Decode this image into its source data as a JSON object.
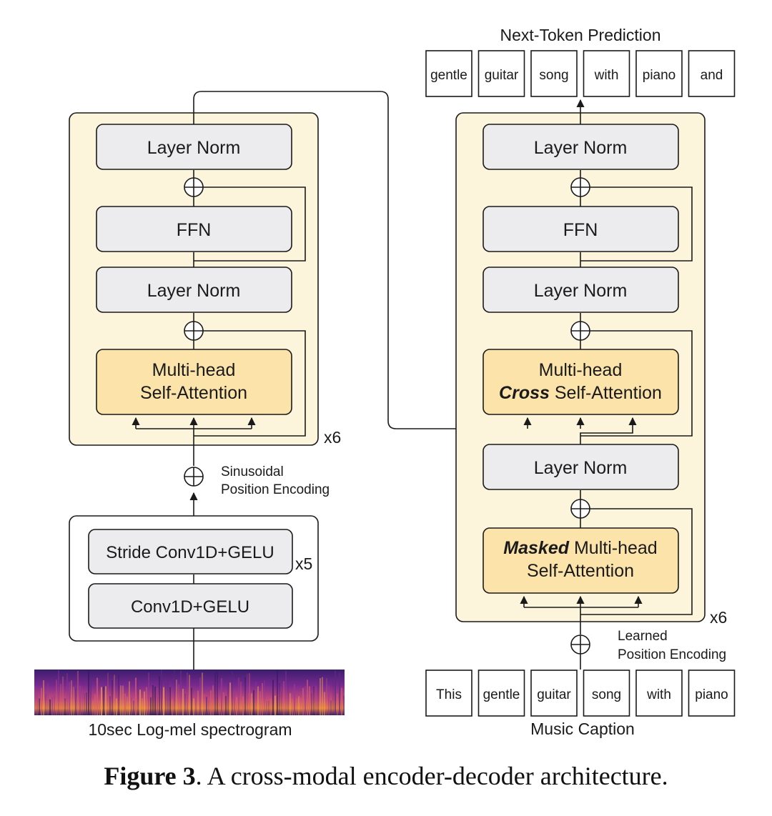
{
  "encoder": {
    "layer_norm_top": "Layer Norm",
    "ffn": "FFN",
    "layer_norm_mid": "Layer Norm",
    "attention_line1": "Multi-head",
    "attention_line2": "Self-Attention",
    "repeat": "x6",
    "pos_enc_line1": "Sinusoidal",
    "pos_enc_line2": "Position Encoding",
    "stride_conv": "Stride Conv1D+GELU",
    "conv": "Conv1D+GELU",
    "conv_repeat": "x5",
    "spectrogram_caption": "10sec Log-mel spectrogram"
  },
  "decoder": {
    "prediction_title": "Next-Token Prediction",
    "output_tokens": [
      "gentle",
      "guitar",
      "song",
      "with",
      "piano",
      "and"
    ],
    "layer_norm_top": "Layer Norm",
    "ffn": "FFN",
    "layer_norm_mid": "Layer Norm",
    "cross_line1": "Multi-head",
    "cross_emph": "Cross",
    "cross_rest": " Self-Attention",
    "layer_norm_low": "Layer Norm",
    "masked_emph": "Masked",
    "masked_rest": " Multi-head",
    "masked_line2": "Self-Attention",
    "repeat": "x6",
    "pos_enc_line1": "Learned",
    "pos_enc_line2": "Position Encoding",
    "input_tokens": [
      "This",
      "gentle",
      "guitar",
      "song",
      "with",
      "piano"
    ],
    "caption": "Music Caption"
  },
  "figure_caption": {
    "label": "Figure 3",
    "text": ". A cross-modal encoder-decoder architecture."
  },
  "colors": {
    "panel_fill": "#fdf4dc",
    "block_fill": "#ececef",
    "attention_fill": "#fbe3aa",
    "stroke": "#1a1a1a"
  }
}
